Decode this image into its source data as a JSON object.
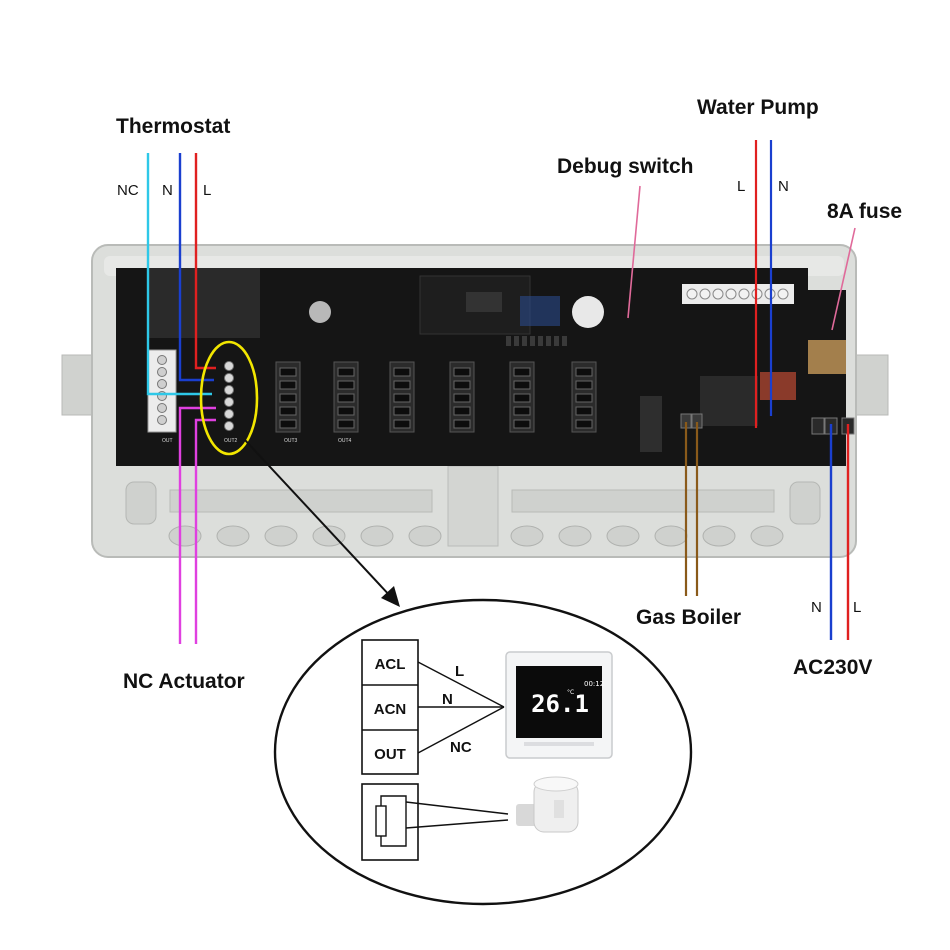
{
  "labels": {
    "thermostat": "Thermostat",
    "water_pump": "Water Pump",
    "debug_switch": "Debug switch",
    "fuse": "8A fuse",
    "gas_boiler": "Gas Boiler",
    "nc_actuator": "NC Actuator",
    "ac230v": "AC230V"
  },
  "wire_labels": {
    "thermostat": [
      "NC",
      "N",
      "L"
    ],
    "pump": [
      "L",
      "N"
    ],
    "ac": [
      "N",
      "L"
    ]
  },
  "inset": {
    "terminals": [
      "ACL",
      "ACN",
      "OUT"
    ],
    "wires": [
      "L",
      "N",
      "NC"
    ]
  },
  "board": {
    "outputs": [
      "OUT",
      "OUT2",
      "OUT3",
      "OUT4"
    ]
  },
  "thermostat_display": {
    "temp": "26.1",
    "time": "00:12",
    "unit": "°C"
  },
  "colors": {
    "thermostat_nc": "#2ec8e8",
    "neutral": "#1a3fcf",
    "live": "#e02020",
    "actuator": "#e040e0",
    "boiler": "#8a5a1a",
    "highlight": "#f2e600",
    "board": "#141414",
    "case": "#d9dbd8"
  }
}
